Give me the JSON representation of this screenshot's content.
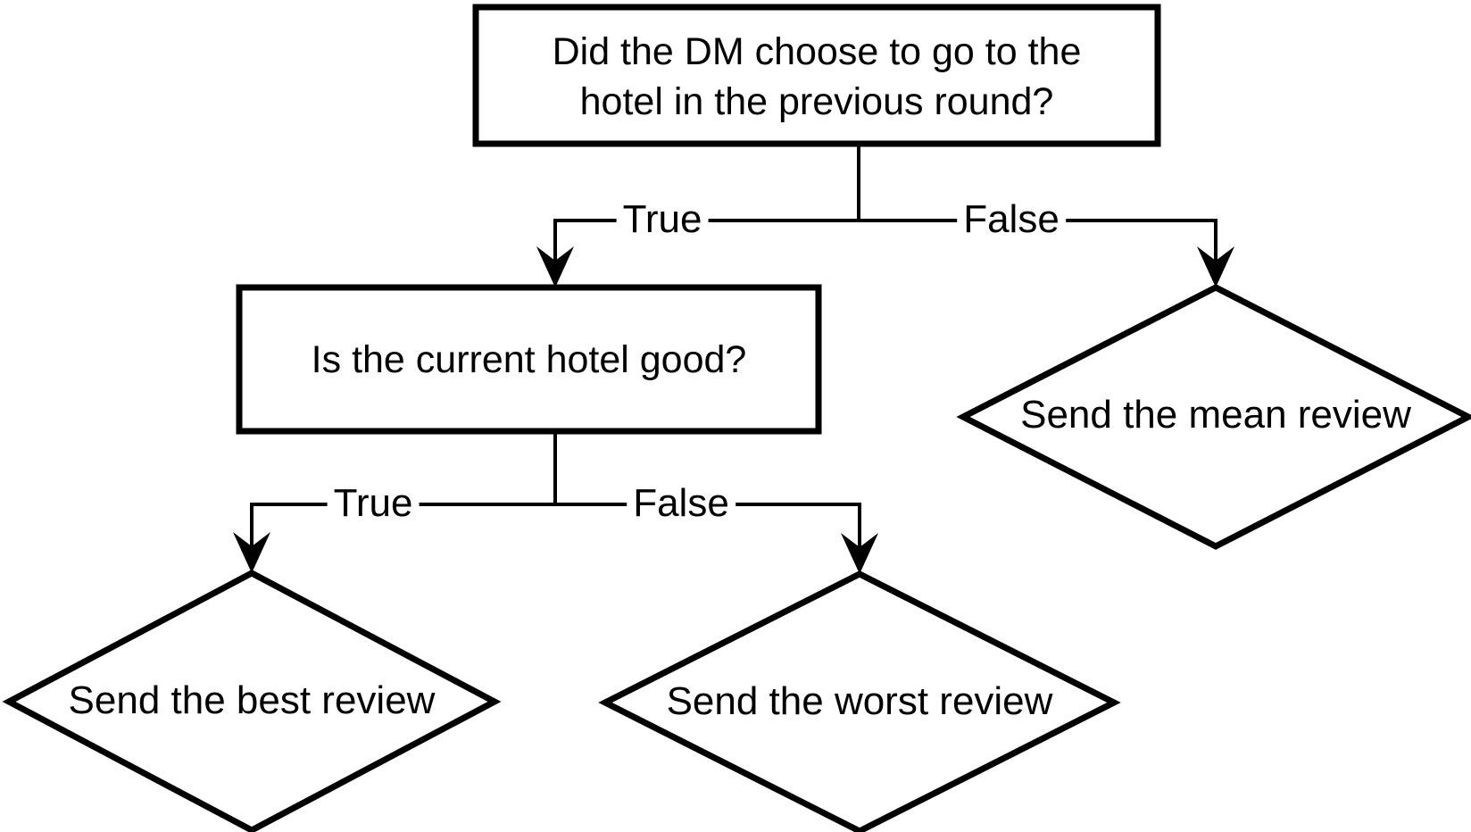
{
  "diagram": {
    "background_color": "#ffffff",
    "line_color": "#000000",
    "text_color": "#000000",
    "nodes": [
      {
        "id": "q1",
        "shape": "rectangle",
        "label": "Did the DM choose to go to the hotel in the previous round?",
        "label_lines": [
          "Did the DM choose to go to the",
          "hotel in the previous round?"
        ]
      },
      {
        "id": "q2",
        "shape": "rectangle",
        "label": "Is the current hotel good?"
      },
      {
        "id": "mean",
        "shape": "diamond",
        "label": "Send the mean review"
      },
      {
        "id": "best",
        "shape": "diamond",
        "label": "Send the best review"
      },
      {
        "id": "worst",
        "shape": "diamond",
        "label": "Send the worst review"
      }
    ],
    "edges": [
      {
        "from": "q1",
        "to": "q2",
        "label": "True"
      },
      {
        "from": "q1",
        "to": "mean",
        "label": "False"
      },
      {
        "from": "q2",
        "to": "best",
        "label": "True"
      },
      {
        "from": "q2",
        "to": "worst",
        "label": "False"
      }
    ]
  }
}
